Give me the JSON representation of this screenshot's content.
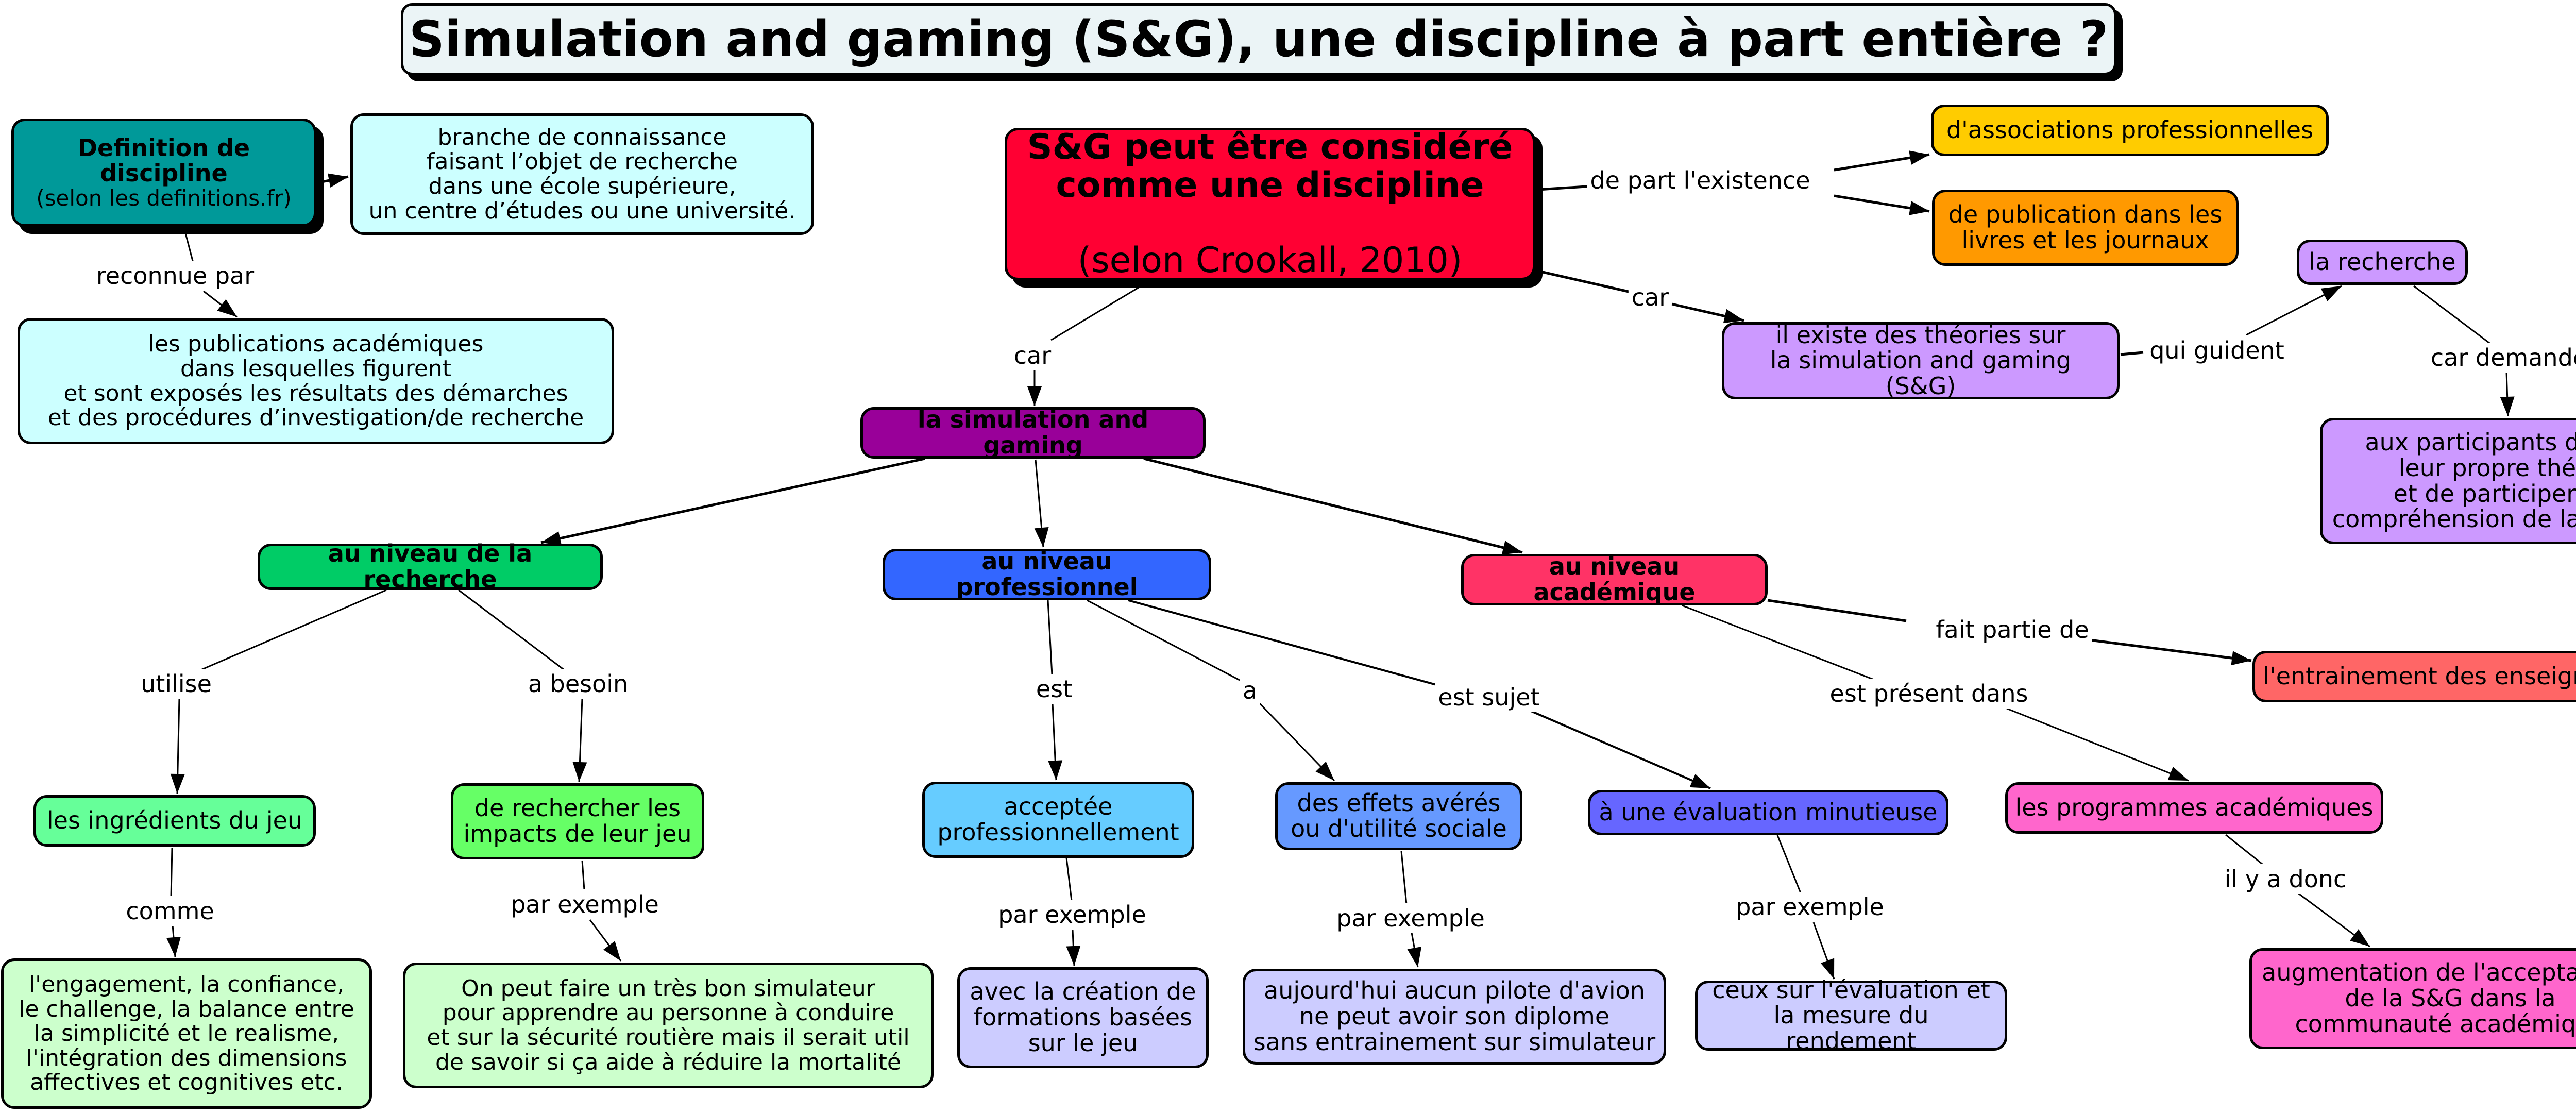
{
  "title": "Simulation and gaming (S&G), une discipline à part entière ?",
  "colors": {
    "title_bg": "#ebf4f6",
    "definition": "#009999",
    "definition_text_boxes": "#ccffff",
    "main": "#ff0033",
    "associations": "#ffcc00",
    "publication": "#ff9900",
    "purple_light": "#cc99ff",
    "simulation_gaming": "#990099",
    "research_level": "#00cc66",
    "professional_level": "#3366ff",
    "academic_level": "#ff3366",
    "green_mid": "#66ff99",
    "green_bright": "#66ff66",
    "green_pale": "#ccffcc",
    "sky_blue": "#66ccff",
    "blue_mid": "#6699ff",
    "indigo": "#6666ff",
    "lavender": "#ccccff",
    "salmon": "#ff6666",
    "pink": "#ff66cc"
  },
  "nodes": {
    "definition": {
      "title": "Definition de discipline",
      "subtitle": "(selon les definitions.fr)"
    },
    "branche": {
      "text": "branche de connaissance\nfaisant l’objet de recherche\ndans une école supérieure,\nun centre d’études ou une université."
    },
    "publications": {
      "text": "les publications académiques\ndans lesquelles figurent\net sont exposés les résultats des démarches\net des procédures d’investigation/de recherche"
    },
    "main": {
      "title": "S&G peut être considéré\ncomme une discipline",
      "subtitle": "(selon Crookall, 2010)"
    },
    "associations": {
      "text": "d'associations professionnelles"
    },
    "publication_livres": {
      "text": "de publication dans les\nlivres et les journaux"
    },
    "la_recherche": {
      "text": "la recherche"
    },
    "theories": {
      "text": "il existe des théories sur\nla simulation and gaming (S&G)"
    },
    "participants": {
      "text": "aux participants de faire\nleur propre théorie\net de participer à la\ncompréhension de la pratique"
    },
    "simulation_gaming": {
      "text": "la simulation and gaming"
    },
    "niveau_recherche": {
      "text": "au niveau de la recherche"
    },
    "niveau_professionnel": {
      "text": "au niveau professionnel"
    },
    "niveau_academique": {
      "text": "au niveau académique"
    },
    "ingredients": {
      "text": "les ingrédients du jeu"
    },
    "rechercher_impacts": {
      "text": "de rechercher les\nimpacts de leur jeu"
    },
    "engagement": {
      "text": "l'engagement, la confiance,\nle challenge, la balance entre\nla simplicité et le realisme,\nl'intégration des dimensions\naffectives et cognitives etc."
    },
    "simulateur_conduite": {
      "text": "On peut faire un très bon simulateur\npour apprendre au personne à conduire\net sur la sécurité routière mais il serait util\nde savoir si ça aide à réduire la mortalité"
    },
    "acceptee": {
      "text": "acceptée\nprofessionnellement"
    },
    "effets": {
      "text": "des effets avérés\nou d'utilité sociale"
    },
    "evaluation": {
      "text": "à une évaluation minutieuse"
    },
    "formations": {
      "text": "avec la création de\nformations basées\nsur le jeu"
    },
    "pilote": {
      "text": "aujourd'hui aucun pilote d'avion\nne peut avoir son diplome\nsans entrainement sur simulateur"
    },
    "rendement": {
      "text": "ceux sur l'évaluation et\nla mesure du rendement"
    },
    "enseignants": {
      "text": "l'entrainement des enseignants"
    },
    "programmes": {
      "text": "les programmes académiques"
    },
    "augmentation": {
      "text": "augmentation de l'acceptabilité\nde la S&G dans la\ncommunauté académique"
    }
  },
  "link_labels": {
    "reconnue_par": "reconnue par",
    "de_part_existence": "de part l'existence",
    "car_1": "car",
    "car_2": "car",
    "qui_guident": "qui guident",
    "car_demande": "car demande",
    "utilise": "utilise",
    "a_besoin": "a besoin",
    "comme": "comme",
    "par_exemple_1": "par exemple",
    "est": "est",
    "a": "a",
    "est_sujet": "est sujet",
    "par_exemple_2": "par exemple",
    "par_exemple_3": "par exemple",
    "par_exemple_4": "par exemple",
    "fait_partie_de": "fait partie de",
    "est_present_dans": "est présent dans",
    "il_y_a_donc": "il y a donc"
  }
}
